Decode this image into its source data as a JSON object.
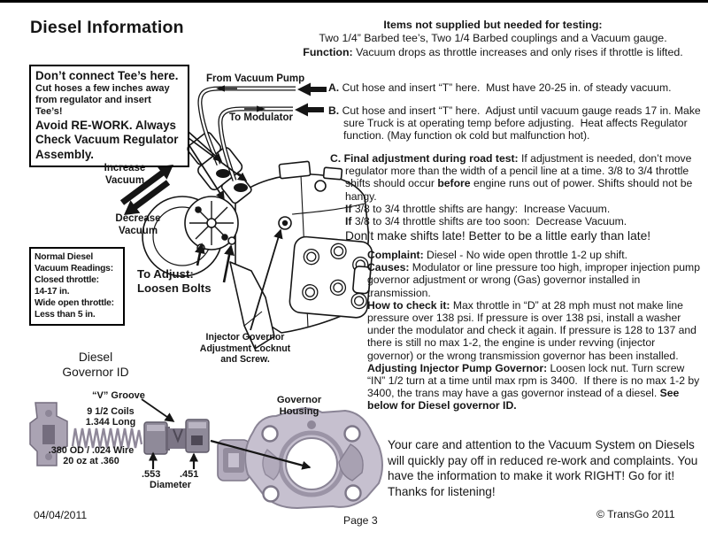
{
  "page": {
    "title": "Diesel Information",
    "date": "04/04/2011",
    "page_number": "Page 3",
    "copyright": "© TransGo 2011"
  },
  "items_needed": {
    "heading": "Items not supplied but needed for testing:",
    "line": "Two 1/4” Barbed tee’s, Two 1/4 Barbed couplings and a Vacuum gauge.",
    "function_label": "Function:",
    "function_text": " Vacuum drops as throttle increases and only rises if throttle is lifted."
  },
  "warning_box": {
    "title": "Don’t connect Tee’s here.",
    "body": "Cut hoses a few inches away\nfrom regulator and insert\nTee’s!",
    "emphasis": "Avoid RE-WORK.  Always\nCheck Vacuum Regulator\nAssembly."
  },
  "vacuum_box": {
    "text": "Normal Diesel\nVacuum Readings:\nClosed throttle:\n14-17 in.\nWide open throttle:\nLess than 5 in."
  },
  "diagram_labels": {
    "from_vacuum_pump": "From Vacuum Pump",
    "to_modulator": "To Modulator",
    "increase_vacuum": "Increase\nVacuum",
    "decrease_vacuum": "Decrease\nVacuum",
    "to_adjust": "To Adjust:\nLoosen Bolts",
    "injector_governor": "Injector Governor\nAdjustment Locknut\nand Screw.",
    "governor_id_title": "Diesel\nGovernor ID",
    "v_groove": "“V” Groove",
    "coils": "9 1/2 Coils\n1.344 Long",
    "wire": ".380 OD / .024 Wire\n20 oz at .360",
    "dia_left": ".553",
    "dia_right": ".451",
    "diameter": "Diameter",
    "governor_housing": "Governor\nHousing"
  },
  "steps": {
    "a_label": "A.",
    "a_text": " Cut hose and insert “T” here.  Must have 20-25 in. of steady vacuum.",
    "b_label": "B.",
    "b_text": " Cut hose and insert “T” here.  Adjust until vacuum gauge reads 17 in. Make sure Truck is at operating temp before adjusting.  Heat affects Regulator function. (May function ok cold but malfunction hot).",
    "c_label": "C.",
    "c_lead": " Final adjustment during road test:",
    "c_t1": " If adjustment is needed, don’t move regulator more than the width of a pencil line at a time. 3/8 to 3/4 throttle shifts should occur ",
    "c_bold": "before",
    "c_t2": " engine runs out of power. Shifts should not be hangy.",
    "if_label": "If",
    "if1_text": " 3/8 to 3/4 throttle shifts are hangy:  Increase Vacuum.",
    "if2_text": " 3/8 to 3/4 throttle shifts are too soon:  Decrease Vacuum.",
    "late_note": "Don’t make shifts late! Better to be a little early than late!"
  },
  "diagnosis": {
    "complaint_label": "Complaint:",
    "complaint_text": " Diesel - No wide open throttle 1-2 up shift.",
    "causes_label": "Causes:",
    "causes_text": " Modulator or line pressure too high, improper injection pump governor adjustment or wrong (Gas) governor installed in transmission.",
    "check_label": "How to check it:",
    "check_text": " Max throttle in “D” at 28 mph must not make line pressure over 138 psi. If pressure is over 138 psi, install a washer under the modulator and check it again. If pressure is 128 to 137 and there is still no max 1-2, the engine is under revving (injector governor) or the wrong transmission governor has been installed.",
    "adjust_label": "Adjusting Injector Pump Governor:",
    "adjust_text": " Loosen lock nut. Turn screw “IN” 1/2 turn at a time until max rpm is 3400.  If there is no max 1-2 by 3400, the trans may have a gas governor instead of a diesel. ",
    "adjust_bold": "See below for Diesel governor ID."
  },
  "closing": {
    "text": "Your care and attention to the Vacuum System on Diesels will quickly pay off in reduced re-work and complaints. You have the information to make it work RIGHT! Go for it!",
    "thanks": "Thanks for listening!"
  },
  "colors": {
    "ink": "#151515",
    "metal_light": "#c6c0cf",
    "metal_mid": "#938c9d",
    "metal_dark": "#655f6e"
  }
}
